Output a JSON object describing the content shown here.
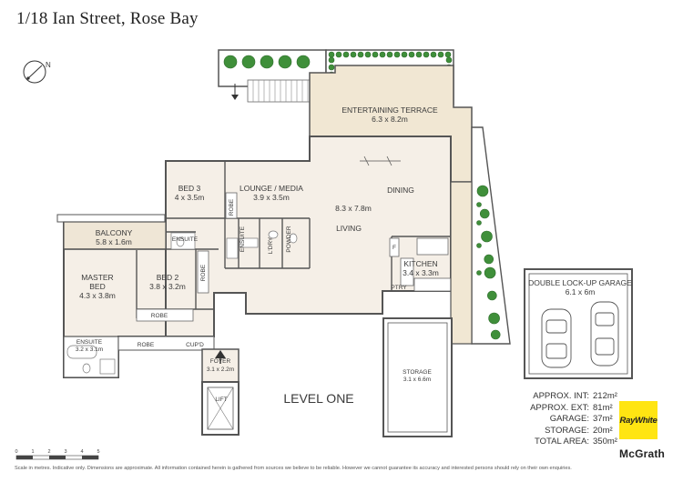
{
  "title": "1/18 Ian Street, Rose Bay",
  "level_label": "LEVEL ONE",
  "rooms": {
    "terrace": {
      "name": "ENTERTAINING TERRACE",
      "dims": "6.3 x 8.2m"
    },
    "bed3": {
      "name": "BED 3",
      "dims": "4 x 3.5m"
    },
    "lounge": {
      "name": "LOUNGE / MEDIA",
      "dims": "3.9 x 3.5m"
    },
    "dining": {
      "name": "DINING",
      "dims": "8.3 x 7.8m"
    },
    "living": {
      "name": "LIVING"
    },
    "balcony": {
      "name": "BALCONY",
      "dims": "5.8 x 1.6m"
    },
    "kitchen": {
      "name": "KITCHEN",
      "dims": "3.4 x 3.3m"
    },
    "master": {
      "name": "MASTER",
      "name2": "BED",
      "dims": "4.3 x 3.8m"
    },
    "bed2": {
      "name": "BED 2",
      "dims": "3.8 x 3.2m"
    },
    "ensuite_master": {
      "name": "ENSUITE",
      "dims": "3.2 x 3.1m"
    },
    "foyer": {
      "name": "FOYER",
      "dims": "3.1 x 2.2m"
    },
    "storage": {
      "name": "STORAGE",
      "dims": "3.1 x 6.6m"
    },
    "garage": {
      "name": "DOUBLE LOCK-UP GARAGE",
      "dims": "6.1 x 6m"
    }
  },
  "small_labels": {
    "robe": "ROBE",
    "ensuite": "ENSUITE",
    "ldry": "L'DRY",
    "powder": "POWDER",
    "cupd": "CUP'D",
    "ptry": "PTRY",
    "lift": "LIFT",
    "fridge": "F"
  },
  "compass": {
    "label": "N"
  },
  "areas": [
    {
      "label": "APPROX. INT:",
      "value": "212m²"
    },
    {
      "label": "APPROX. EXT:",
      "value": "81m²"
    },
    {
      "label": "GARAGE:",
      "value": "37m²"
    },
    {
      "label": "STORAGE:",
      "value": "20m²"
    },
    {
      "label": "TOTAL AREA:",
      "value": "350m²"
    }
  ],
  "brand": {
    "logo_text": "RayWhite",
    "agency": "McGrath",
    "logo_color": "#ffe512"
  },
  "scale_ticks": [
    "0",
    "1",
    "2",
    "3",
    "4",
    "5"
  ],
  "footer": "Scale in metres. Indicative only. Dimensions are approximate. All information contained herein is gathered from sources we believe to be reliable. However we cannot guarantee its accuracy and interested persons should rely on their own enquiries.",
  "colors": {
    "floor": "#f4eee6",
    "wall": "#555555",
    "plant": "#3f8f3a",
    "deck": "#efe6d6"
  }
}
